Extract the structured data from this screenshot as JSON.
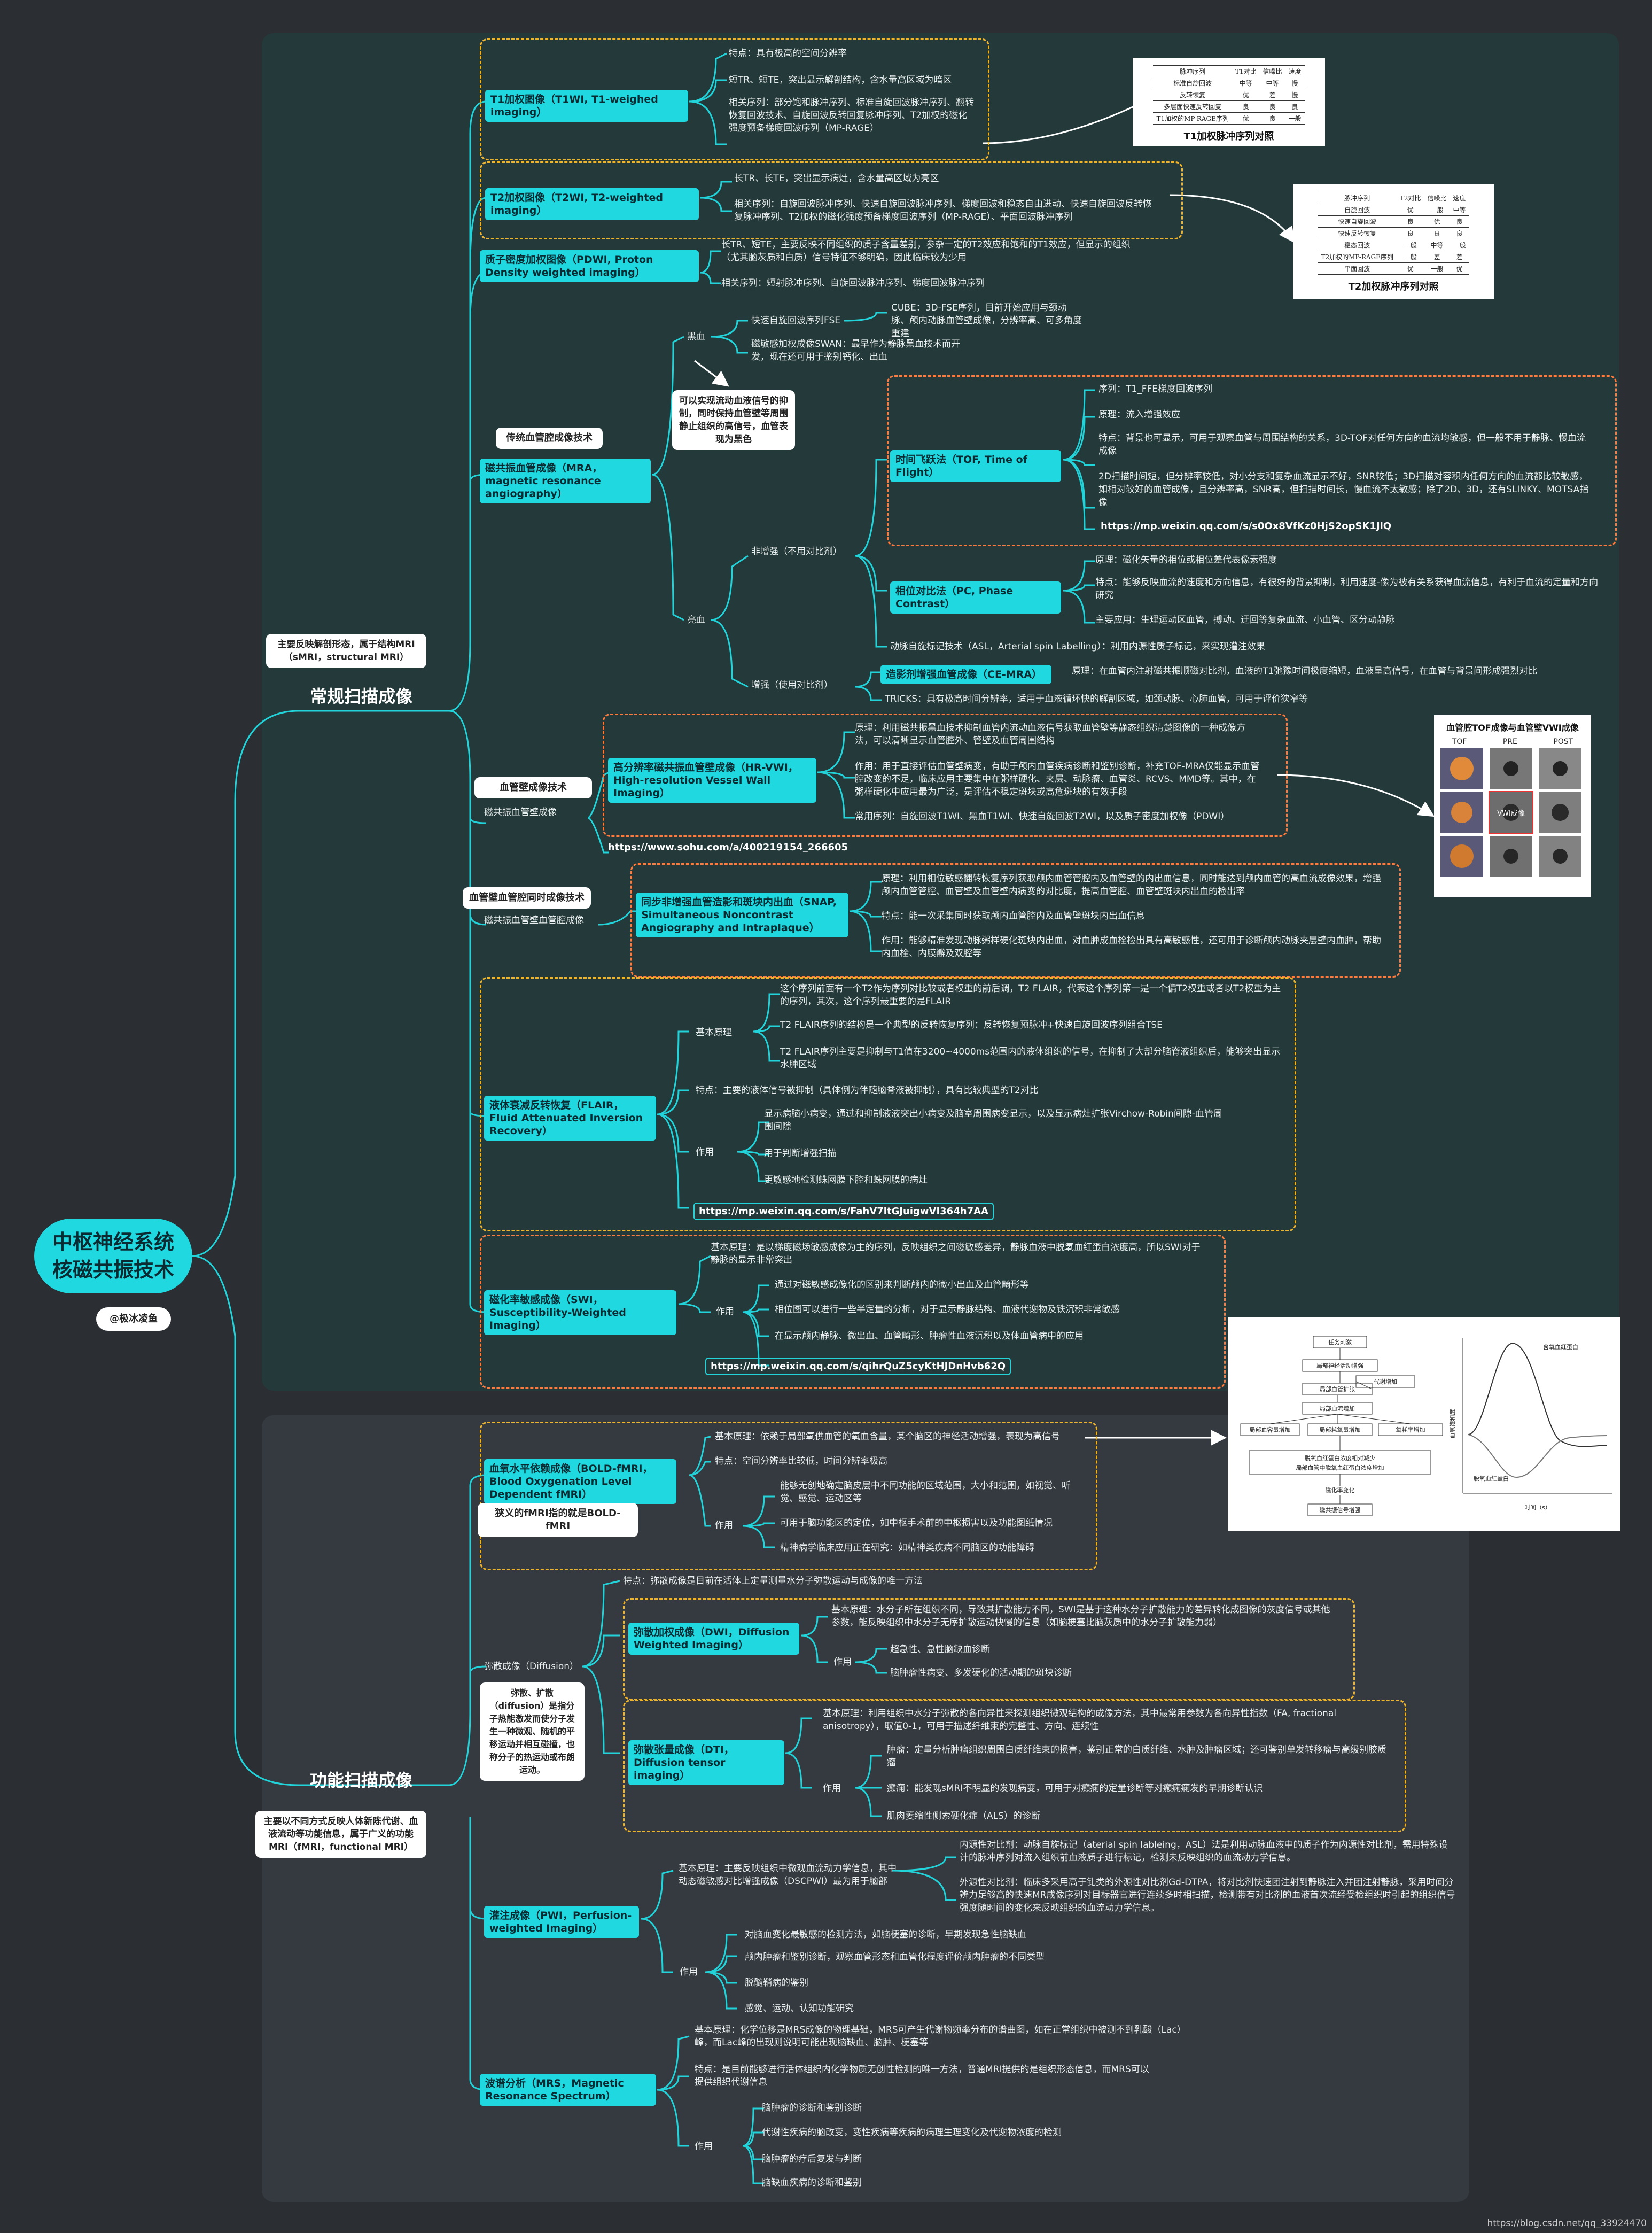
{
  "root": {
    "line1": "中枢神经系统",
    "line2": "核磁共振技术"
  },
  "author": "@极冰凌鱼",
  "sections": {
    "routine": {
      "title": "常规扫描成像",
      "note": "主要反映解剖形态，属于结构MRI（sMRI，structural MRI）"
    },
    "functional": {
      "title": "功能扫描成像",
      "note": "主要以不同方式反映人体新陈代谢、血液流动等功能信息，属于广义的功能MRI（fMRI，functional MRI）"
    }
  },
  "t1": {
    "label": "T1加权图像（T1WI, T1-weighed imaging）",
    "items": [
      "特点：具有极高的空间分辨率",
      "短TR、短TE，突出显示解剖结构，含水量高区域为暗区",
      "相关序列：部分饱和脉冲序列、标准自旋回波脉冲序列、翻转恢复回波技术、自旋回波反转回复脉冲序列、T2加权的磁化强度预备梯度回波序列（MP-RAGE）"
    ],
    "card": {
      "caption": "T1加权脉冲序列对照",
      "headers": [
        "脉冲序列",
        "T1对比",
        "信噪比",
        "速度"
      ],
      "rows": [
        [
          "标准自旋回波",
          "中等",
          "中等",
          "慢"
        ],
        [
          "反转恢复",
          "优",
          "差",
          "慢"
        ],
        [
          "多层面快速反转回复",
          "良",
          "良",
          "良"
        ],
        [
          "T1加权的MP-RAGE序列",
          "优",
          "良",
          "一般"
        ]
      ]
    }
  },
  "t2": {
    "label": "T2加权图像（T2WI, T2-weighted imaging）",
    "items": [
      "长TR、长TE，突出显示病灶，含水量高区域为亮区",
      "相关序列：自旋回波脉冲序列、快速自旋回波脉冲序列、梯度回波和稳态自由进动、快速自旋回波反转恢复脉冲序列、T2加权的磁化强度预备梯度回波序列（MP-RAGE）、平面回波脉冲序列"
    ],
    "card": {
      "caption": "T2加权脉冲序列对照",
      "headers": [
        "脉冲序列",
        "T2对比",
        "信噪比",
        "速度"
      ],
      "rows": [
        [
          "自旋回波",
          "优",
          "一般",
          "中等"
        ],
        [
          "快速自旋回波",
          "良",
          "优",
          "良"
        ],
        [
          "快速反转恢复",
          "良",
          "良",
          "良"
        ],
        [
          "稳态回波",
          "一般",
          "中等",
          "一般"
        ],
        [
          "T2加权的MP-RAGE序列",
          "一般",
          "差",
          "差"
        ],
        [
          "平面回波",
          "优",
          "一般",
          "优"
        ]
      ]
    }
  },
  "pdwi": {
    "label": "质子密度加权图像（PDWI, Proton Density weighted imaging）",
    "items": [
      "长TR、短TE，主要反映不同组织的质子含量差别，参杂一定的T2效应和饱和的T1效应，但显示的组织（尤其脑灰质和白质）信号特征不够明确，因此临床较为少用",
      "相关序列：短射脉冲序列、自旋回波脉冲序列、梯度回波脉冲序列"
    ]
  },
  "mra": {
    "tag": "传统血管腔成像技术",
    "label": "磁共振血管成像（MRA，magnetic resonance angiography）",
    "black": "黑血",
    "bright": "亮血",
    "fse": "快速自旋回波序列FSE",
    "cube": "CUBE：3D-FSE序列，目前开始应用与颈动脉、颅内动脉血管壁成像，分辨率高、可多角度重建",
    "swan": "磁敏感加权成像SWAN：最早作为静脉黑血技术而开发，现在还可用于鉴别钙化、出血",
    "blacknote": "可以实现流动血液信号的抑制，同时保持血管壁等周围静止组织的高信号，血管表现为黑色",
    "noncontrast": "非增强（不用对比剂）",
    "tof": {
      "label": "时间飞跃法（TOF, Time of Flight）",
      "items": [
        "序列：T1_FFE梯度回波序列",
        "原理：流入增强效应",
        "特点：背景也可显示，可用于观察血管与周围结构的关系，3D-TOF对任何方向的血流均敏感，但一般不用于静脉、慢血流成像",
        "2D扫描时间短，但分辨率较低，对小分支和复杂血流显示不好，SNR较低；3D扫描对容积内任何方向的血流都比较敏感，如相对较好的血管成像，且分辨率高，SNR高，但扫描时间长，慢血流不太敏感；除了2D、3D，还有SLINKY、MOTSA指像"
      ],
      "url": "https://mp.weixin.qq.com/s/s0Ox8VfKz0HjS2opSK1JlQ"
    },
    "pc": {
      "label": "相位对比法（PC, Phase Contrast）",
      "items": [
        "原理：磁化矢量的相位或相位差代表像素强度",
        "特点：能够反映血流的速度和方向信息，有很好的背景抑制，利用速度-像为被有关系获得血流信息，有利于血流的定量和方向研究",
        "主要应用：生理运动区血管，搏动、迂回等复杂血流、小血管、区分动静脉"
      ]
    },
    "asl": "动脉自旋标记技术（ASL，Arterial spin Labelling）：利用内源性质子标记，来实现灌注效果",
    "enhanced": "增强（使用对比剂）",
    "cemra": {
      "label": "造影剂增强血管成像（CE-MRA）",
      "principle": "原理：在血管内注射磁共振顺磁对比剂，血液的T1弛豫时间极度缩短，血液呈高信号，在血管与背景间形成强烈对比"
    },
    "tricks": "TRICKS：具有极高时间分辨率，适用于血液循环快的解剖区域，如颈动脉、心肺血管，可用于评价狭窄等"
  },
  "vwi": {
    "tag": "血管壁成像技术",
    "label": "磁共振血管壁成像",
    "node": "高分辨率磁共振血管壁成像（HR-VWI，High-resolution Vessel Wall Imaging）",
    "items": [
      "原理：利用磁共振黑血技术抑制血管内流动血液信号获取血管壁等静态组织清楚图像的一种成像方法，可以清晰显示血管腔外、管壁及血管周围结构",
      "作用：用于直接评估血管壁病变，有助于颅内血管疾病诊断和鉴别诊断，补充TOF-MRA仅能显示血管腔改变的不足，临床应用主要集中在粥样硬化、夹层、动脉瘤、血管炎、RCVS、MMD等。其中，在粥样硬化中应用最为广泛，是评估不稳定斑块或高危斑块的有效手段",
      "常用序列：自旋回波T1WI、黑血T1WI、快速自旋回波T2WI，以及质子密度加权像（PDWI）"
    ],
    "url": "https://www.sohu.com/a/400219154_266605",
    "card": {
      "caption": "血管腔TOF成像与血管壁VWI成像",
      "cols": [
        "TOF",
        "PRE",
        "POST"
      ],
      "vwi": "VWI成像"
    }
  },
  "snap": {
    "tag": "血管壁血管腔同时成像技术",
    "label": "磁共振血管壁血管腔成像",
    "node": "同步非增强血管造影和斑块内出血（SNAP, Simultaneous Noncontrast Angiography and Intraplaque）",
    "items": [
      "原理：利用相位敏感翻转恢复序列获取颅内血管管腔内及血管壁的内出血信息，同时能达到颅内血管的高血流成像效果，增强颅内血管管腔、血管壁及血管壁内病变的对比度，提高血管腔、血管壁斑块内出血的检出率",
      "特点：能一次采集同时获取颅内血管腔内及血管壁斑块内出血信息",
      "作用：能够精准发现动脉粥样硬化斑块内出血，对血肿成血栓检出具有高敏感性，还可用于诊断颅内动脉夹层壁内血肿，帮助内血栓、内膜瓣及双腔等"
    ]
  },
  "flair": {
    "label": "液体衰减反转恢复（FLAIR，Fluid Attenuated Inversion Recovery）",
    "basic": "基本原理",
    "basic_items": [
      "这个序列前面有一个T2作为序列对比较或者权重的前后调，T2 FLAIR，代表这个序列第一是一个偏T2权重或者以T2权重为主的序列，其次，这个序列最重要的是FLAIR",
      "T2 FLAIR序列的结构是一个典型的反转恢复序列：反转恢复预脉冲+快速自旋回波序列组合TSE",
      "T2 FLAIR序列主要是抑制与T1值在3200~4000ms范围内的液体组织的信号，在抑制了大部分脑脊液组织后，能够突出显示水肿区域"
    ],
    "feature": "特点：主要的液体信号被抑制（具体例为伴随脑脊液被抑制），具有比较典型的T2对比",
    "use": "作用",
    "use_items": [
      "显示病脑小病变，通过和抑制液液突出小病变及脑室周围病变显示，以及显示病灶扩张Virchow-Robin间隙-血管周围间隙",
      "用于判断增强扫描",
      "更敏感地检测蛛网膜下腔和蛛网膜的病灶"
    ],
    "url": "https://mp.weixin.qq.com/s/FahV7ltGJuigwVI364h7AA"
  },
  "swi": {
    "label": "磁化率敏感成像（SWI，Susceptibility-Weighted Imaging）",
    "basic": "基本原理：是以梯度磁场敏感成像为主的序列，反映组织之间磁敏感差异，静脉血液中脱氧血红蛋白浓度高，所以SWI对于静脉的显示非常突出",
    "use": "作用",
    "use_items": [
      "通过对磁敏感成像化的区别来判断颅内的微小出血及血管畸形等",
      "相位图可以进行一些半定量的分析，对于显示静脉结构、血液代谢物及铁沉积非常敏感",
      "在显示颅内静脉、微出血、血管畸形、肿瘤性血液沉积以及体血管病中的应用"
    ],
    "url": "https://mp.weixin.qq.com/s/qihrQuZ5cyKtHJDnHvb62Q"
  },
  "bold": {
    "label": "血氧水平依赖成像（BOLD-fMRI，Blood Oxygenation Level Dependent fMRI）",
    "note": "狭义的fMRI指的就是BOLD-fMRI",
    "basic": "基本原理：依赖于局部氧供血管的氧血含量，某个脑区的神经活动增强，表现为高信号",
    "feature": "特点：空间分辨率比较低，时间分辨率极高",
    "use": "作用",
    "use_items": [
      "能够无创地确定脑皮层中不同功能的区域范围，大小和范围，如视觉、听觉、感觉、运动区等",
      "可用于脑功能区的定位，如中枢手术前的中枢损害以及功能图纸情况",
      "精神病学临床应用正在研究：如精神类疾病不同脑区的功能障碍"
    ],
    "chart": {
      "flow_nodes": [
        "任务刺激",
        "局部神经活动增强",
        "局部血管扩张",
        "代谢增加",
        "局部血流增加",
        "局部血容量增加",
        "局部耗氧量增加",
        "氧耗率增加",
        "脱氧血红蛋白浓度相对减少",
        "局部血管中脱氧血红蛋白浓度增加",
        "磁化率变化",
        "磁共振信号增强"
      ],
      "ylabel": "血氧饱和度",
      "xlabel": "时间（s）",
      "curves": [
        "含氧血红蛋白",
        "脱氧血红蛋白"
      ]
    }
  },
  "diffusion": {
    "label": "弥散成像（Diffusion）",
    "note": "弥散、扩散（diffusion）是指分子热能激发而使分子发生一种微观、随机的平移运动并相互碰撞，也称分子的热运动或布朗运动。",
    "feature": "特点：弥散成像是目前在活体上定量测量水分子弥散运动与成像的唯一方法",
    "dwi": {
      "label": "弥散加权成像（DWI，Diffusion Weighted Imaging）",
      "basic": "基本原理：水分子所在组织不同，导致其扩散能力不同，SWI是基于这种水分子扩散能力的差异转化成图像的灰度信号或其他参数，能反映组织中水分子无序扩散运动快慢的信息（如脑梗塞比脑灰质中的水分子扩散能力弱）",
      "use": "作用",
      "use_items": [
        "超急性、急性脑缺血诊断",
        "脑肿瘤性病变、多发硬化的活动期的斑块诊断"
      ]
    },
    "dti": {
      "label": "弥散张量成像（DTI，Diffusion tensor imaging）",
      "basic": "基本原理：利用组织中水分子弥散的各向异性来探测组织微观结构的成像方法，其中最常用参数为各向异性指数（FA, fractional anisotropy），取值0-1，可用于描述纤维束的完整性、方向、连续性",
      "use": "作用",
      "use_items": [
        "肿瘤：定量分析肿瘤组织周围白质纤维束的损害，鉴别正常的白质纤维、水肿及肿瘤区域；还可鉴别单发转移瘤与高级别胶质瘤",
        "癫痫：能发现sMRI不明显的发现病变，可用于对癫痫的定量诊断等对癫痫痫发的早期诊断认识",
        "肌肉萎缩性侧索硬化症（ALS）的诊断"
      ]
    }
  },
  "pwi": {
    "label": "灌注成像（PWI，Perfusion-weighted Imaging）",
    "basic": "基本原理：主要反映组织中微观血流动力学信息，其中动态磁敏感对比增强成像（DSCPWI）最为用于脑部",
    "asl": "内源性对比剂：动脉自旋标记（aterial spin lableing，ASL）法是利用动脉血液中的质子作为内源性对比剂，需用特殊设计的脉冲序列对流入组织前血液质子进行标记，检测未反映组织的血流动力学信息。",
    "dsc": "外源性对比剂：临床多采用高于钆类的外源性对比剂Gd-DTPA，将对比剂快速团注射到静脉注入并团注射静脉，采用时间分辨力足够高的快速MR成像序列对目标器官进行连续多时相扫描，检测带有对比剂的血液首次流经受检组织时引起的组织信号强度随时间的变化来反映组织的血流动力学信息。",
    "use": "作用",
    "use_items": [
      "对脑血变化最敏感的检测方法，如脑梗塞的诊断，早期发现急性脑缺血",
      "颅内肿瘤和鉴别诊断，观察血管形态和血管化程度评价颅内肿瘤的不同类型",
      "脱髓鞘病的鉴别",
      "感觉、运动、认知功能研究"
    ]
  },
  "mrs": {
    "label": "波谱分析（MRS，Magnetic Resonance Spectrum）",
    "basic": "基本原理：化学位移是MRS成像的物理基础，MRS可产生代谢物频率分布的谱曲图，如在正常组织中被测不到乳酸（Lac）峰，而Lac峰的出现则说明可能出现脑缺血、脑肿、梗塞等",
    "feature": "特点：是目前能够进行活体组织内化学物质无创性检测的唯一方法，普通MRI提供的是组织形态信息，而MRS可以提供组织代谢信息",
    "use": "作用",
    "use_items": [
      "脑肿瘤的诊断和鉴别诊断",
      "代谢性疾病的脑改变，变性疾病等疾病的病理生理变化及代谢物浓度的检测",
      "脑肿瘤的疗后复发与判断",
      "脑缺血疾病的诊断和鉴别"
    ]
  },
  "watermark": "https://blog.csdn.net/qq_33924470",
  "colors": {
    "panel_top": "#24393a",
    "panel_bottom": "#353a40",
    "node": "#1fd8e0",
    "wire": "#22d3da",
    "dash_red": "#ff7a3d",
    "dash_yellow": "#f0b429",
    "background": "#2b2e33"
  }
}
